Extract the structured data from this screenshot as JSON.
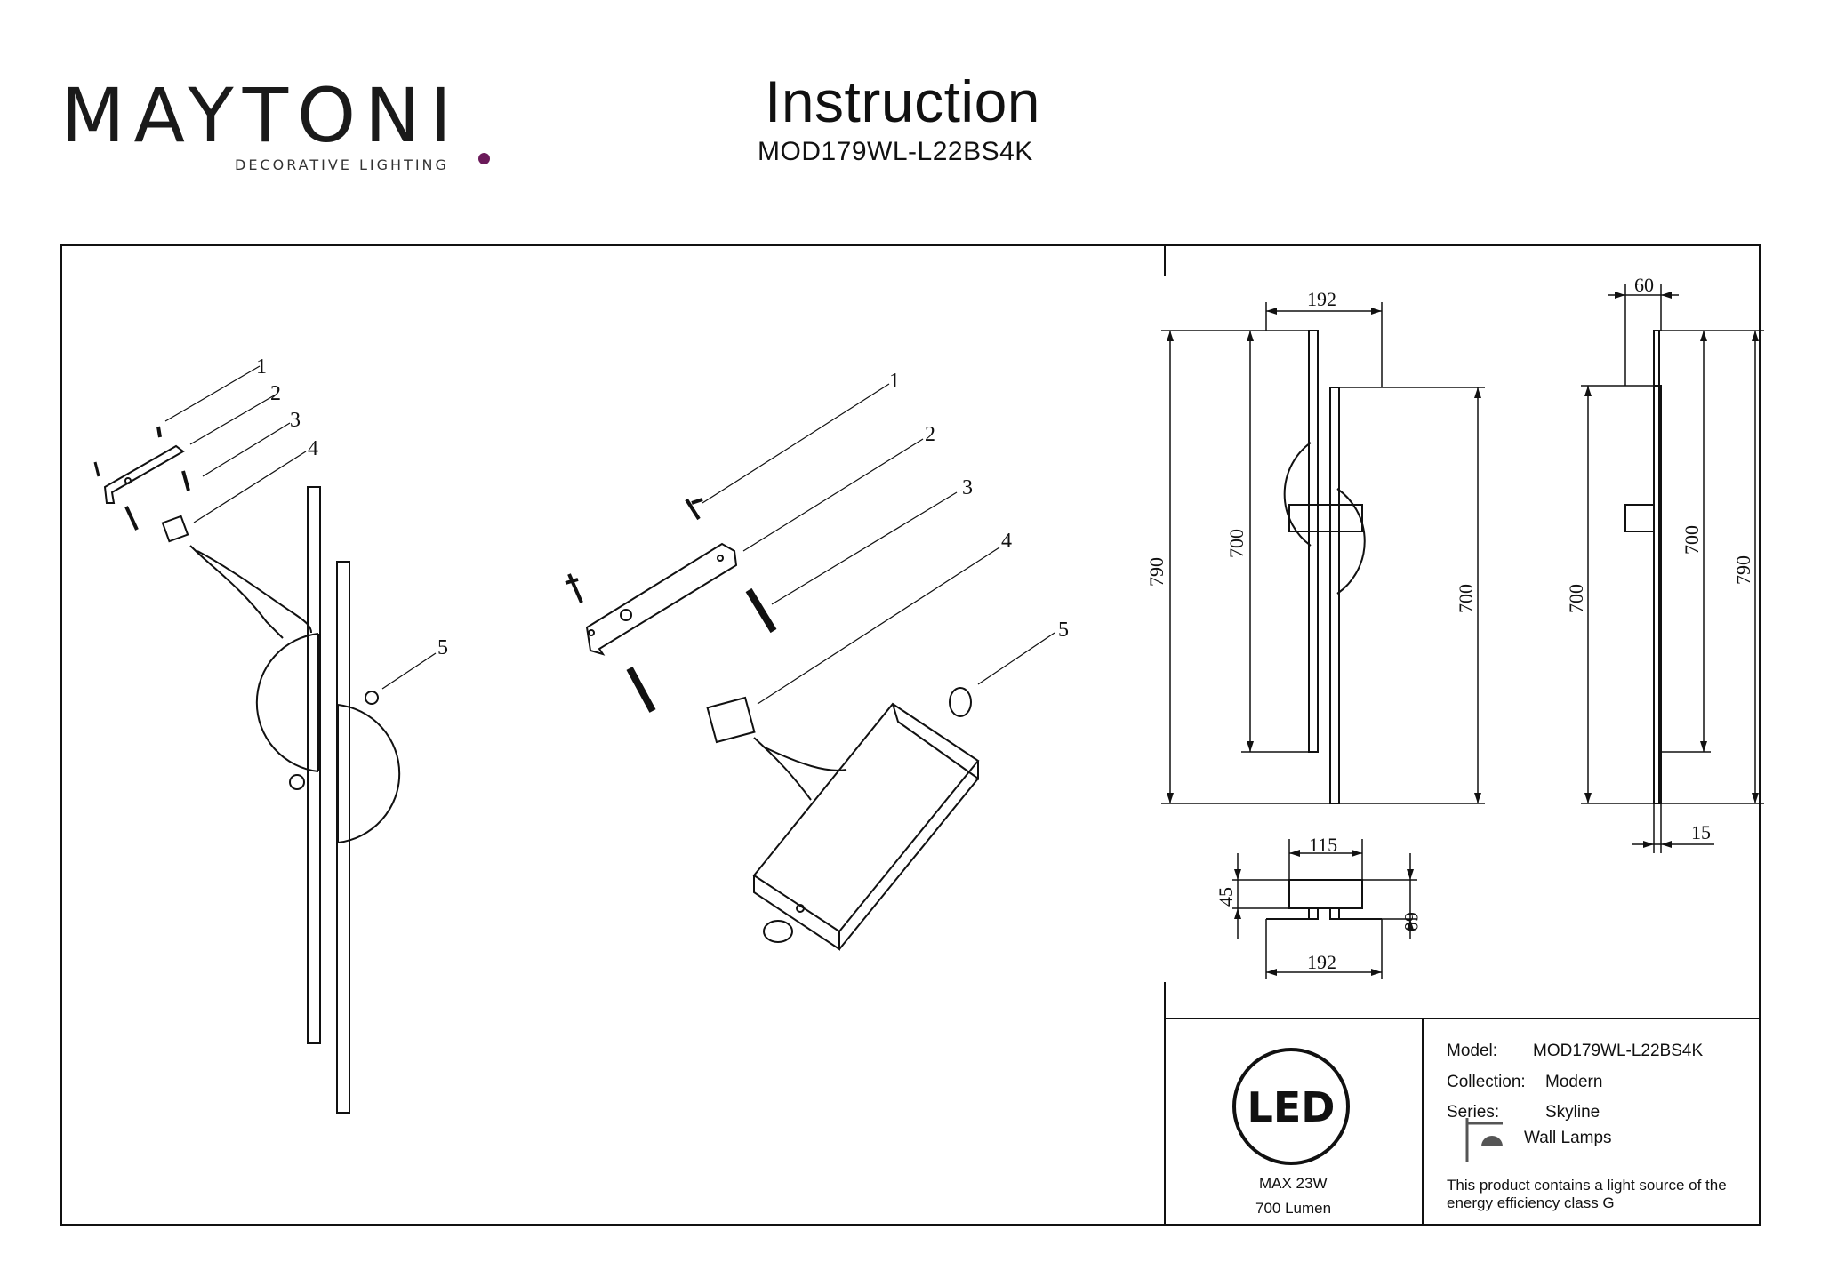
{
  "brand": {
    "name": "MAYTONI",
    "tagline": "DECORATIVE LIGHTING",
    "accent_color": "#6b1a5a"
  },
  "header": {
    "title": "Instruction",
    "model_code": "MOD179WL-L22BS4K"
  },
  "assembly": {
    "callouts_left": [
      "1",
      "2",
      "3",
      "4",
      "5"
    ],
    "callouts_right": [
      "1",
      "2",
      "3",
      "4",
      "5"
    ]
  },
  "dimensions": {
    "front_width": "192",
    "front_total_height": "790",
    "front_bar_height": "700",
    "front_right_height": "700",
    "side_depth": "60",
    "side_left_height": "700",
    "side_bar_height": "700",
    "side_total_height": "790",
    "side_bar_thickness": "15",
    "top_mount_width": "115",
    "top_mount_depth": "45",
    "top_total_depth": "60",
    "top_width": "192"
  },
  "specs": {
    "led_badge": "LED",
    "max_power": "MAX 23W",
    "lumen": "700 Lumen",
    "model_label": "Model:",
    "model_value": "MOD179WL-L22BS4K",
    "collection_label": "Collection:",
    "collection_value": "Modern",
    "series_label": "Series:",
    "series_value": "Skyline",
    "type_icon": "wall-lamp-icon",
    "type_value": "Wall Lamps",
    "energy_note_line1": "This product contains a light source of the",
    "energy_note_line2": "energy efficiency class G"
  }
}
